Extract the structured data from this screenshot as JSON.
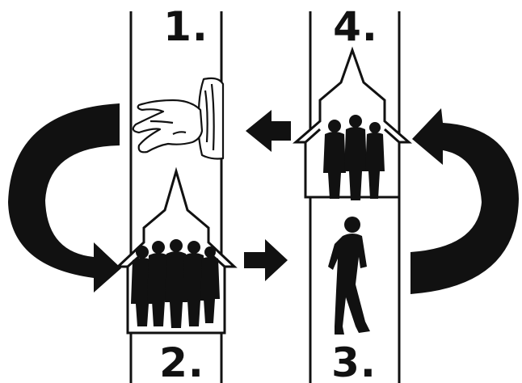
{
  "steps": [
    {
      "label": "1.",
      "icon": "offering-hand-icon"
    },
    {
      "label": "2.",
      "icon": "church-congregation-icon"
    },
    {
      "label": "3.",
      "icon": "walking-person-icon"
    },
    {
      "label": "4.",
      "icon": "small-group-church-icon"
    }
  ],
  "colors": {
    "ink": "#111111",
    "background": "#ffffff"
  }
}
